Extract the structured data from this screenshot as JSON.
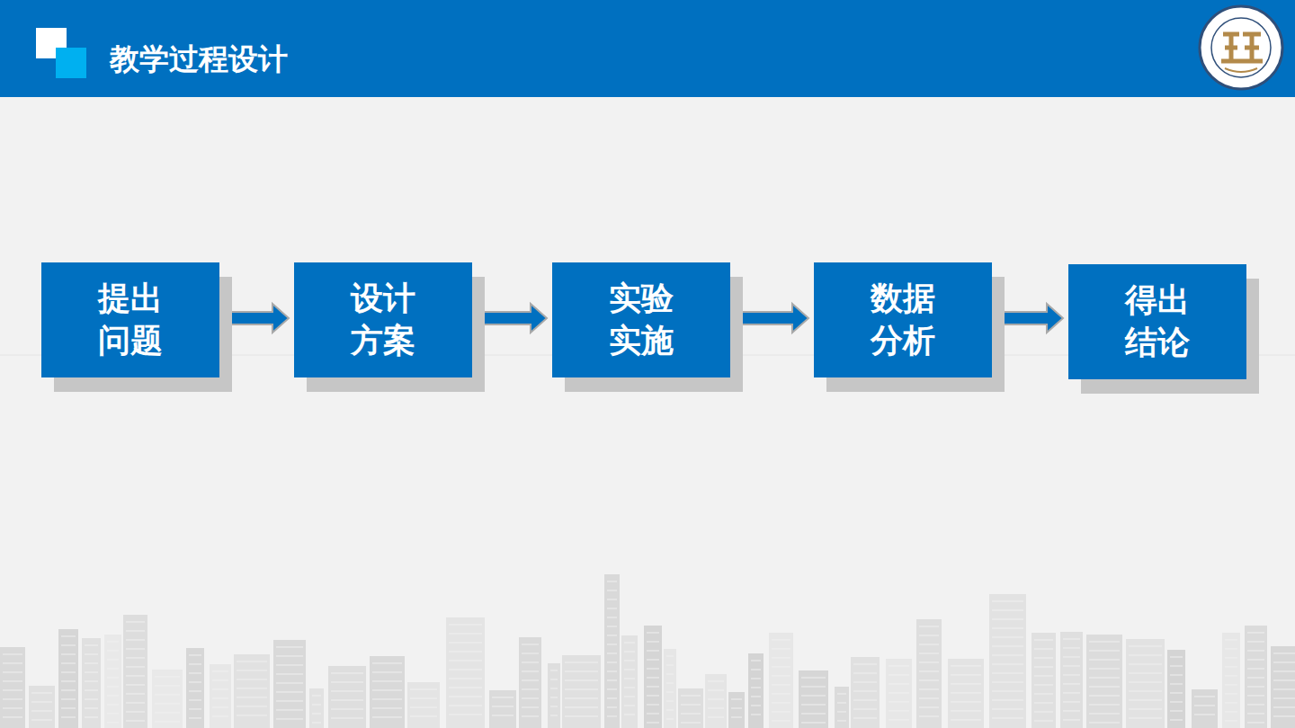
{
  "diagram": {
    "title": "教学过程设计",
    "nodes": [
      {
        "text": [
          "提出 问题"
        ]
      },
      {
        "text": [
          "设计 方案"
        ]
      },
      {
        "text": [
          "实验 实施"
        ]
      },
      {
        "text": [
          "数据 分析"
        ]
      },
      {
        "text": [
          "得出 结论"
        ]
      }
    ],
    "edges": [
      {
        "from": 0,
        "to": 1,
        "arrow": "to"
      },
      {
        "from": 1,
        "to": 2,
        "arrow": "to"
      },
      {
        "from": 2,
        "to": 3,
        "arrow": "to"
      },
      {
        "from": 3,
        "to": 4,
        "arrow": "to"
      }
    ]
  }
}
